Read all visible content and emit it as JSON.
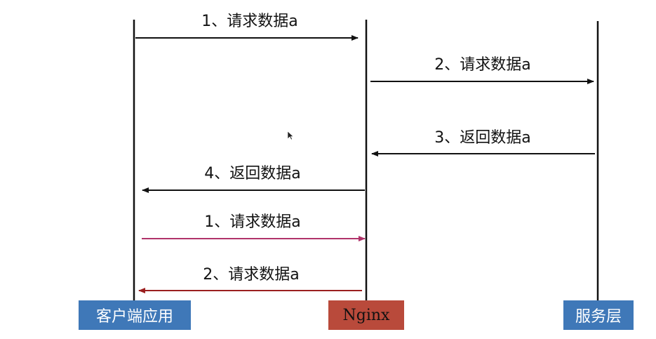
{
  "lanes": {
    "client": "客户端应用",
    "nginx": "Nginx",
    "service": "服务层"
  },
  "messages": [
    {
      "label": "1、请求数据a",
      "from": "client",
      "to": "nginx",
      "color": "#111111"
    },
    {
      "label": "2、请求数据a",
      "from": "nginx",
      "to": "service",
      "color": "#111111"
    },
    {
      "label": "3、返回数据a",
      "from": "service",
      "to": "nginx",
      "color": "#111111"
    },
    {
      "label": "4、返回数据a",
      "from": "nginx",
      "to": "client",
      "color": "#111111"
    },
    {
      "label": "1、请求数据a",
      "from": "client",
      "to": "nginx",
      "color": "#b0336a"
    },
    {
      "label": "2、请求数据a",
      "from": "nginx",
      "to": "client",
      "color": "#9b1f1f"
    }
  ],
  "colors": {
    "lane_blue": "#3f78b8",
    "lane_red": "#b94a3b"
  }
}
